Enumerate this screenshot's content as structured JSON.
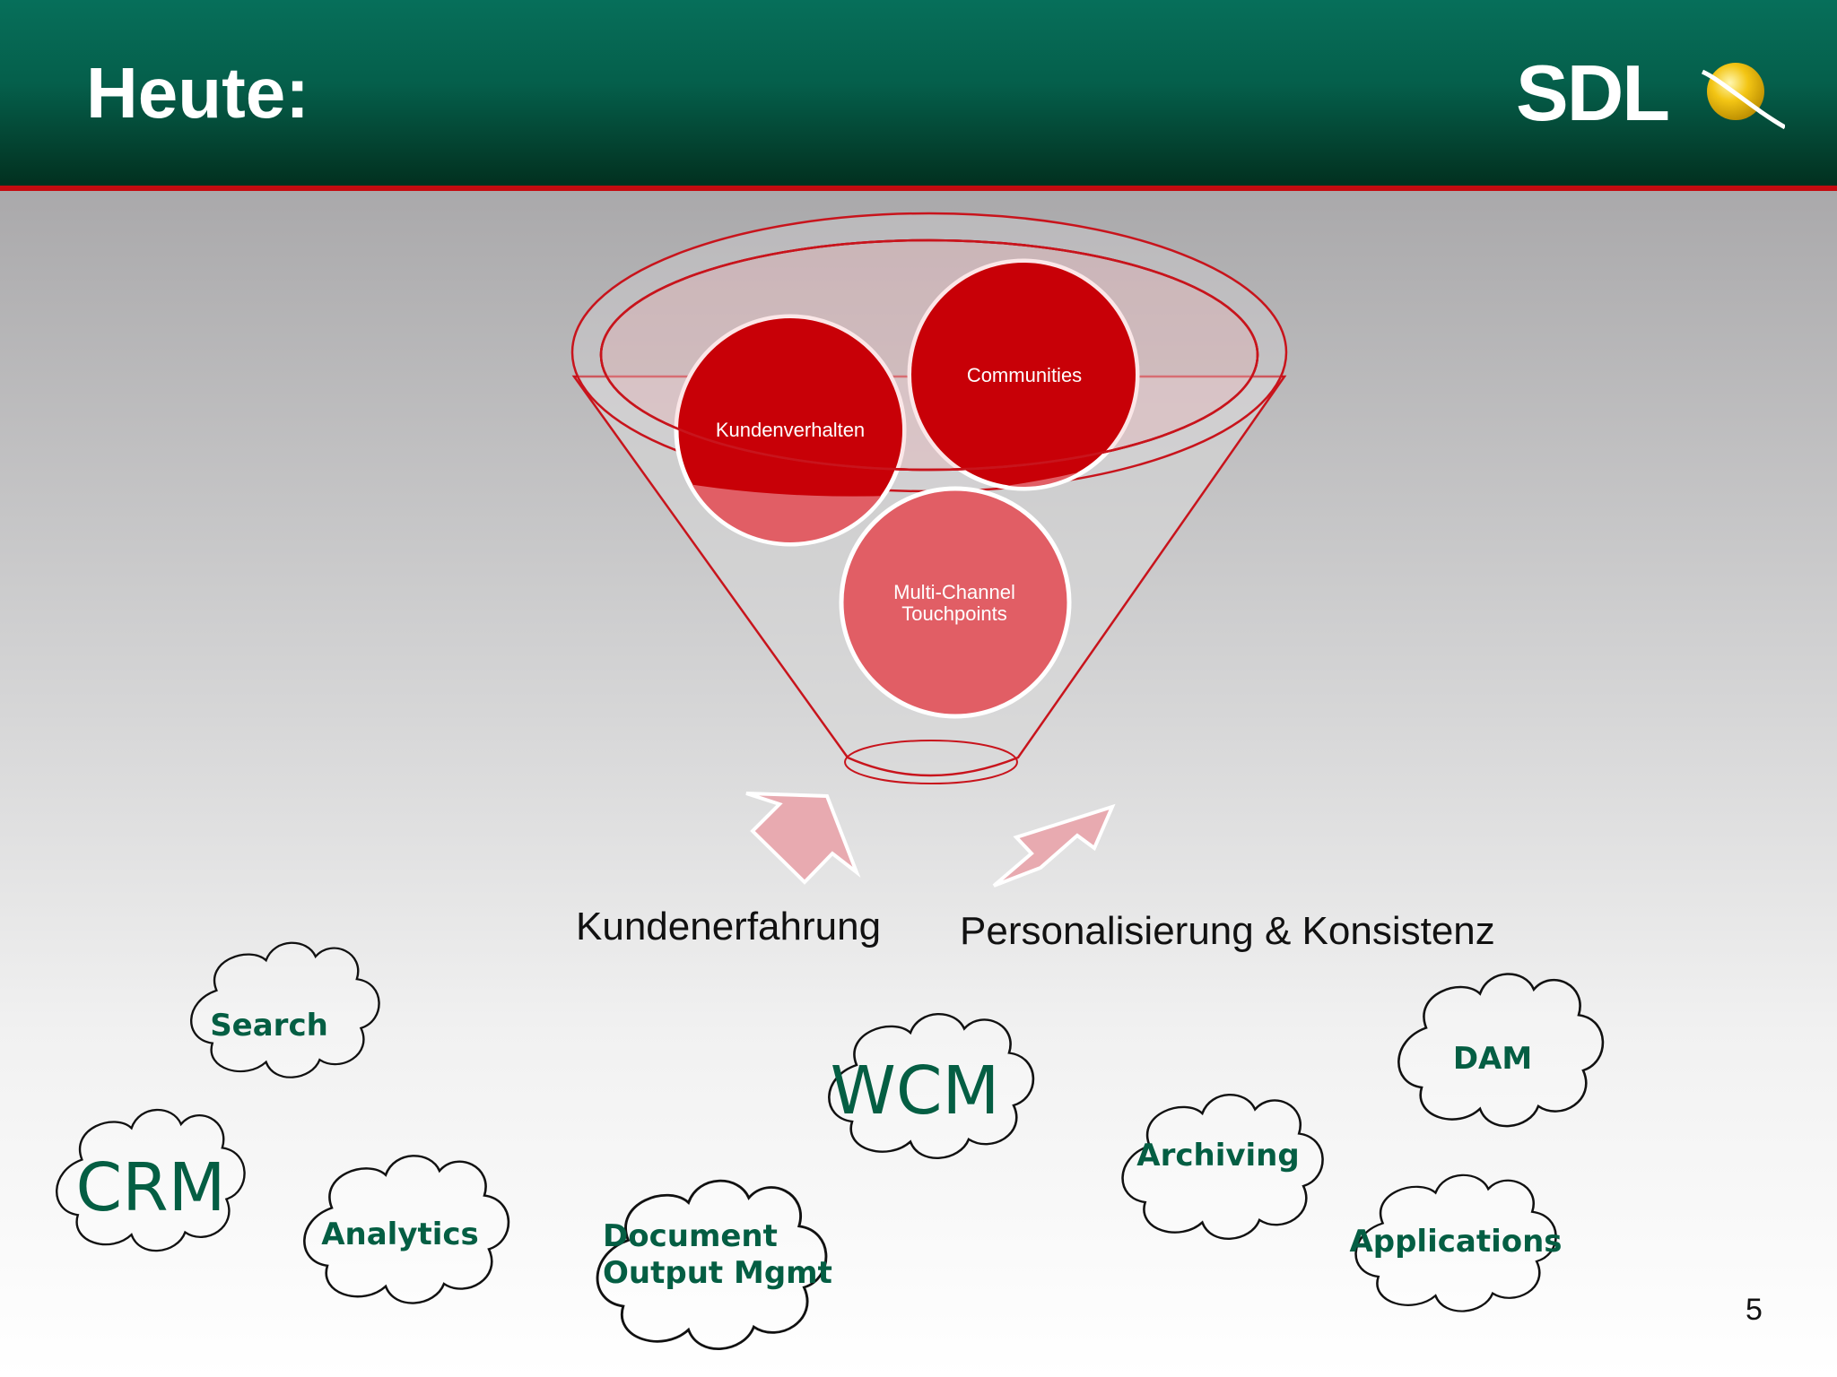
{
  "slide": {
    "title": "Heute:",
    "logo_text": "SDL",
    "page_number": "5"
  },
  "funnel": {
    "bubbles": [
      {
        "label": "Kundenverhalten"
      },
      {
        "label": "Communities"
      },
      {
        "label_lines": [
          "Multi-Channel",
          "Touchpoints"
        ]
      }
    ]
  },
  "captions": {
    "left": "Kundenerfahrung",
    "right": "Personalisierung & Konsistenz"
  },
  "clouds": [
    {
      "label": "Search"
    },
    {
      "label": "CRM"
    },
    {
      "label": "Analytics"
    },
    {
      "label_lines": [
        "Document",
        "Output Mgmt"
      ]
    },
    {
      "label": "WCM"
    },
    {
      "label": "Archiving"
    },
    {
      "label": "DAM"
    },
    {
      "label": "Applications"
    }
  ],
  "colors": {
    "header_green": "#066f5a",
    "accent_red": "#c40b10",
    "cloud_text": "#045e43"
  }
}
